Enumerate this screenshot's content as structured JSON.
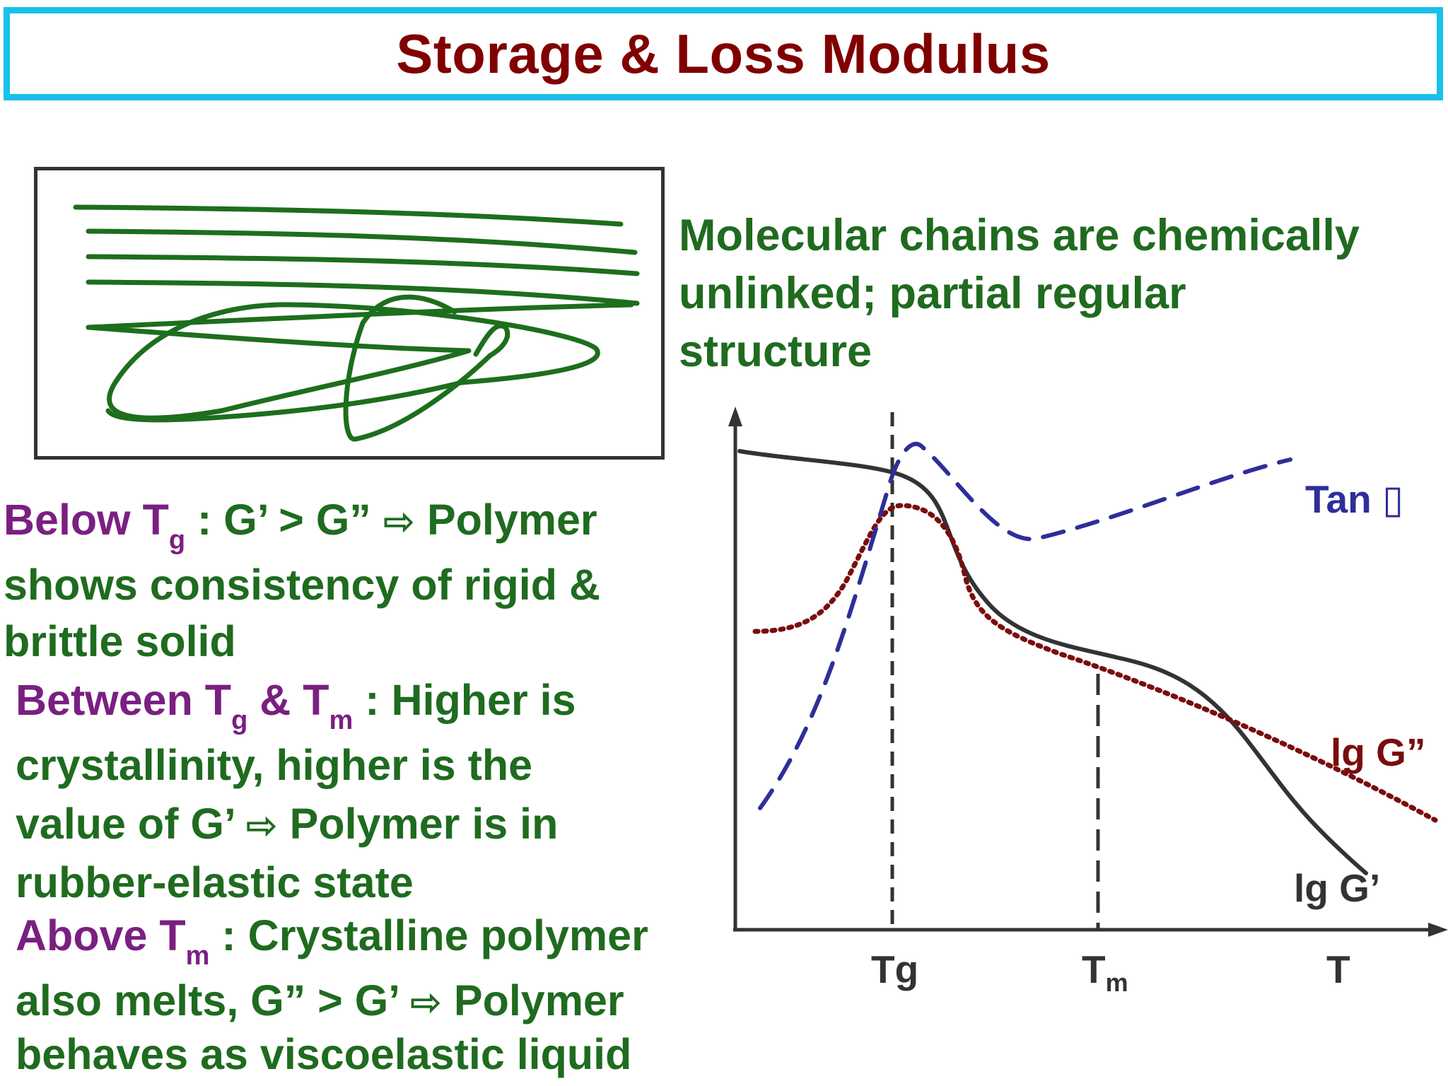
{
  "title": "Storage & Loss Modulus",
  "molecular_description": {
    "line1": "Molecular chains are chemically",
    "line2": "unlinked; partial regular",
    "line3": "structure"
  },
  "below_tg": {
    "label_prefix": "Below T",
    "label_sub": "g",
    "label_colon": " :",
    "rel": "G’ > G”",
    "arrow": "⇨",
    "after_arrow": "Polymer",
    "line2": "shows consistency of rigid &",
    "line3": "brittle solid"
  },
  "between": {
    "label_prefix": "Between T",
    "sub1": "g",
    "label_mid": " & T",
    "sub2": "m",
    "after_label": ": Higher is",
    "line2": "crystallinity, higher is the",
    "line3_a": "value of G’",
    "arrow": "⇨",
    "line3_b": "Polymer is in",
    "line4": "rubber-elastic state"
  },
  "above_tm": {
    "label_prefix": "Above T",
    "label_sub": "m",
    "after_label": ": Crystalline polymer",
    "line2_a": "also melts, G” > G’",
    "arrow": "⇨",
    "line2_b": "Polymer",
    "line3": "behaves as viscoelastic liquid"
  },
  "chart_labels": {
    "tan": "Tan ▯",
    "lg_g2": "lg G”",
    "lg_g1": "lg G’",
    "tg": "Tg",
    "tm_main": "T",
    "tm_sub": "m",
    "t_axis": "T"
  },
  "colors": {
    "title": "#800000",
    "title_border": "#18c0ea",
    "green_text": "#1f6b1f",
    "purple_text": "#7a1f82",
    "tan_curve": "#2e2e9a",
    "loss_curve": "#7a0d0d",
    "storage_curve": "#333333"
  }
}
